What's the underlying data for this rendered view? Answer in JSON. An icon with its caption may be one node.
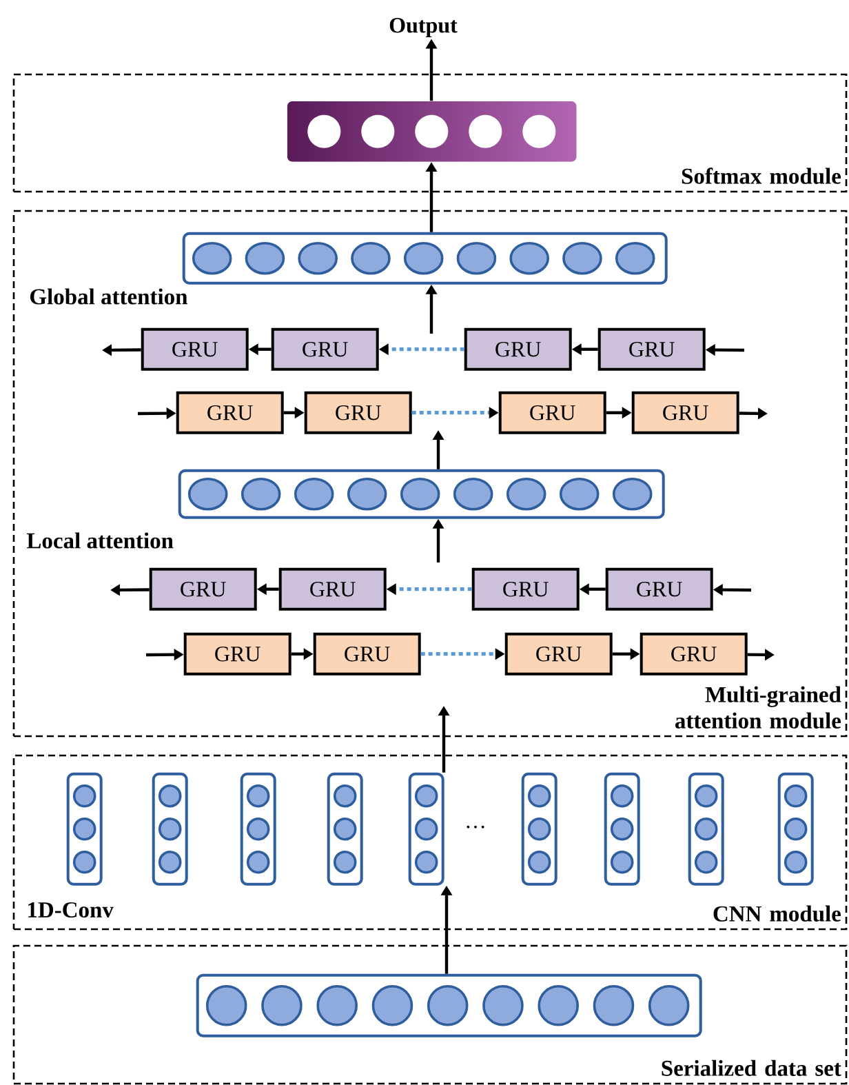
{
  "diagram": {
    "nodes": [
      {
        "text": [
          "Output"
        ]
      },
      {
        "text": [
          "Softmax module"
        ]
      },
      {
        "text": [],
        "shape": "bar",
        "in": 1
      },
      {
        "text": [
          "Multi-grained attention module"
        ]
      },
      {
        "text": [],
        "shape": "bar",
        "in": 3
      },
      {
        "text": [
          "GRU"
        ],
        "in": 3
      },
      {
        "text": [
          "GRU"
        ],
        "in": 3
      },
      {
        "text": [
          "GRU"
        ],
        "in": 3
      },
      {
        "text": [
          "GRU"
        ],
        "in": 3
      },
      {
        "text": [
          "GRU"
        ],
        "in": 3
      },
      {
        "text": [
          "GRU"
        ],
        "in": 3
      },
      {
        "text": [
          "GRU"
        ],
        "in": 3
      },
      {
        "text": [
          "GRU"
        ],
        "in": 3
      },
      {
        "text": [],
        "shape": "bar",
        "in": 3
      },
      {
        "text": [
          "GRU"
        ],
        "in": 3
      },
      {
        "text": [
          "GRU"
        ],
        "in": 3
      },
      {
        "text": [
          "GRU"
        ],
        "in": 3
      },
      {
        "text": [
          "GRU"
        ],
        "in": 3
      },
      {
        "text": [
          "GRU"
        ],
        "in": 3
      },
      {
        "text": [
          "GRU"
        ],
        "in": 3
      },
      {
        "text": [
          "GRU"
        ],
        "in": 3
      },
      {
        "text": [
          "GRU"
        ],
        "in": 3
      },
      {
        "text": [
          "CNN module"
        ]
      },
      {
        "text": [],
        "shape": "bar",
        "in": 22
      },
      {
        "text": [],
        "shape": "bar",
        "in": 22
      },
      {
        "text": [],
        "shape": "bar",
        "in": 22
      },
      {
        "text": [],
        "shape": "bar",
        "in": 22
      },
      {
        "text": [],
        "shape": "bar",
        "in": 22
      },
      {
        "text": [],
        "shape": "bar",
        "in": 22
      },
      {
        "text": [],
        "shape": "bar",
        "in": 22
      },
      {
        "text": [],
        "shape": "bar",
        "in": 22
      },
      {
        "text": [],
        "shape": "bar",
        "in": 22
      },
      {
        "text": [
          "Serialized data set"
        ]
      },
      {
        "text": [],
        "shape": "bar",
        "in": 32
      }
    ],
    "edges": [
      {
        "from": 33,
        "to": 27,
        "arrow": "to"
      },
      {
        "from": 27,
        "to": null,
        "arrow": "to"
      },
      {
        "from": null,
        "to": 13,
        "arrow": "to"
      },
      {
        "from": 13,
        "to": null,
        "arrow": "to"
      },
      {
        "from": null,
        "to": 4,
        "arrow": "to"
      },
      {
        "from": 4,
        "to": 2,
        "arrow": "to"
      },
      {
        "from": 2,
        "to": 0,
        "arrow": "to"
      },
      {
        "from": null,
        "to": 8,
        "arrow": "to"
      },
      {
        "from": 8,
        "to": 7,
        "arrow": "to"
      },
      {
        "from": 7,
        "to": 6,
        "arrow": "to",
        "style": "dashed",
        "color": "#5b9bd5"
      },
      {
        "from": 6,
        "to": 5,
        "arrow": "to"
      },
      {
        "from": 5,
        "to": null,
        "arrow": "to"
      },
      {
        "from": null,
        "to": 9,
        "arrow": "to"
      },
      {
        "from": 9,
        "to": 10,
        "arrow": "to"
      },
      {
        "from": 10,
        "to": 11,
        "arrow": "to",
        "style": "dashed",
        "color": "#5b9bd5"
      },
      {
        "from": 11,
        "to": 12,
        "arrow": "to"
      },
      {
        "from": 12,
        "to": null,
        "arrow": "to"
      },
      {
        "from": null,
        "to": 17,
        "arrow": "to"
      },
      {
        "from": 17,
        "to": 16,
        "arrow": "to"
      },
      {
        "from": 16,
        "to": 15,
        "arrow": "to",
        "style": "dashed",
        "color": "#5b9bd5"
      },
      {
        "from": 15,
        "to": 14,
        "arrow": "to"
      },
      {
        "from": 14,
        "to": null,
        "arrow": "to"
      },
      {
        "from": null,
        "to": 18,
        "arrow": "to"
      },
      {
        "from": 18,
        "to": 19,
        "arrow": "to"
      },
      {
        "from": 19,
        "to": 20,
        "arrow": "to",
        "style": "dashed",
        "color": "#5b9bd5"
      },
      {
        "from": 20,
        "to": 21,
        "arrow": "to"
      },
      {
        "from": 21,
        "to": null,
        "arrow": "to"
      }
    ],
    "labels": [
      "Global attention",
      "Local attention",
      "1D-Conv",
      "···"
    ]
  }
}
